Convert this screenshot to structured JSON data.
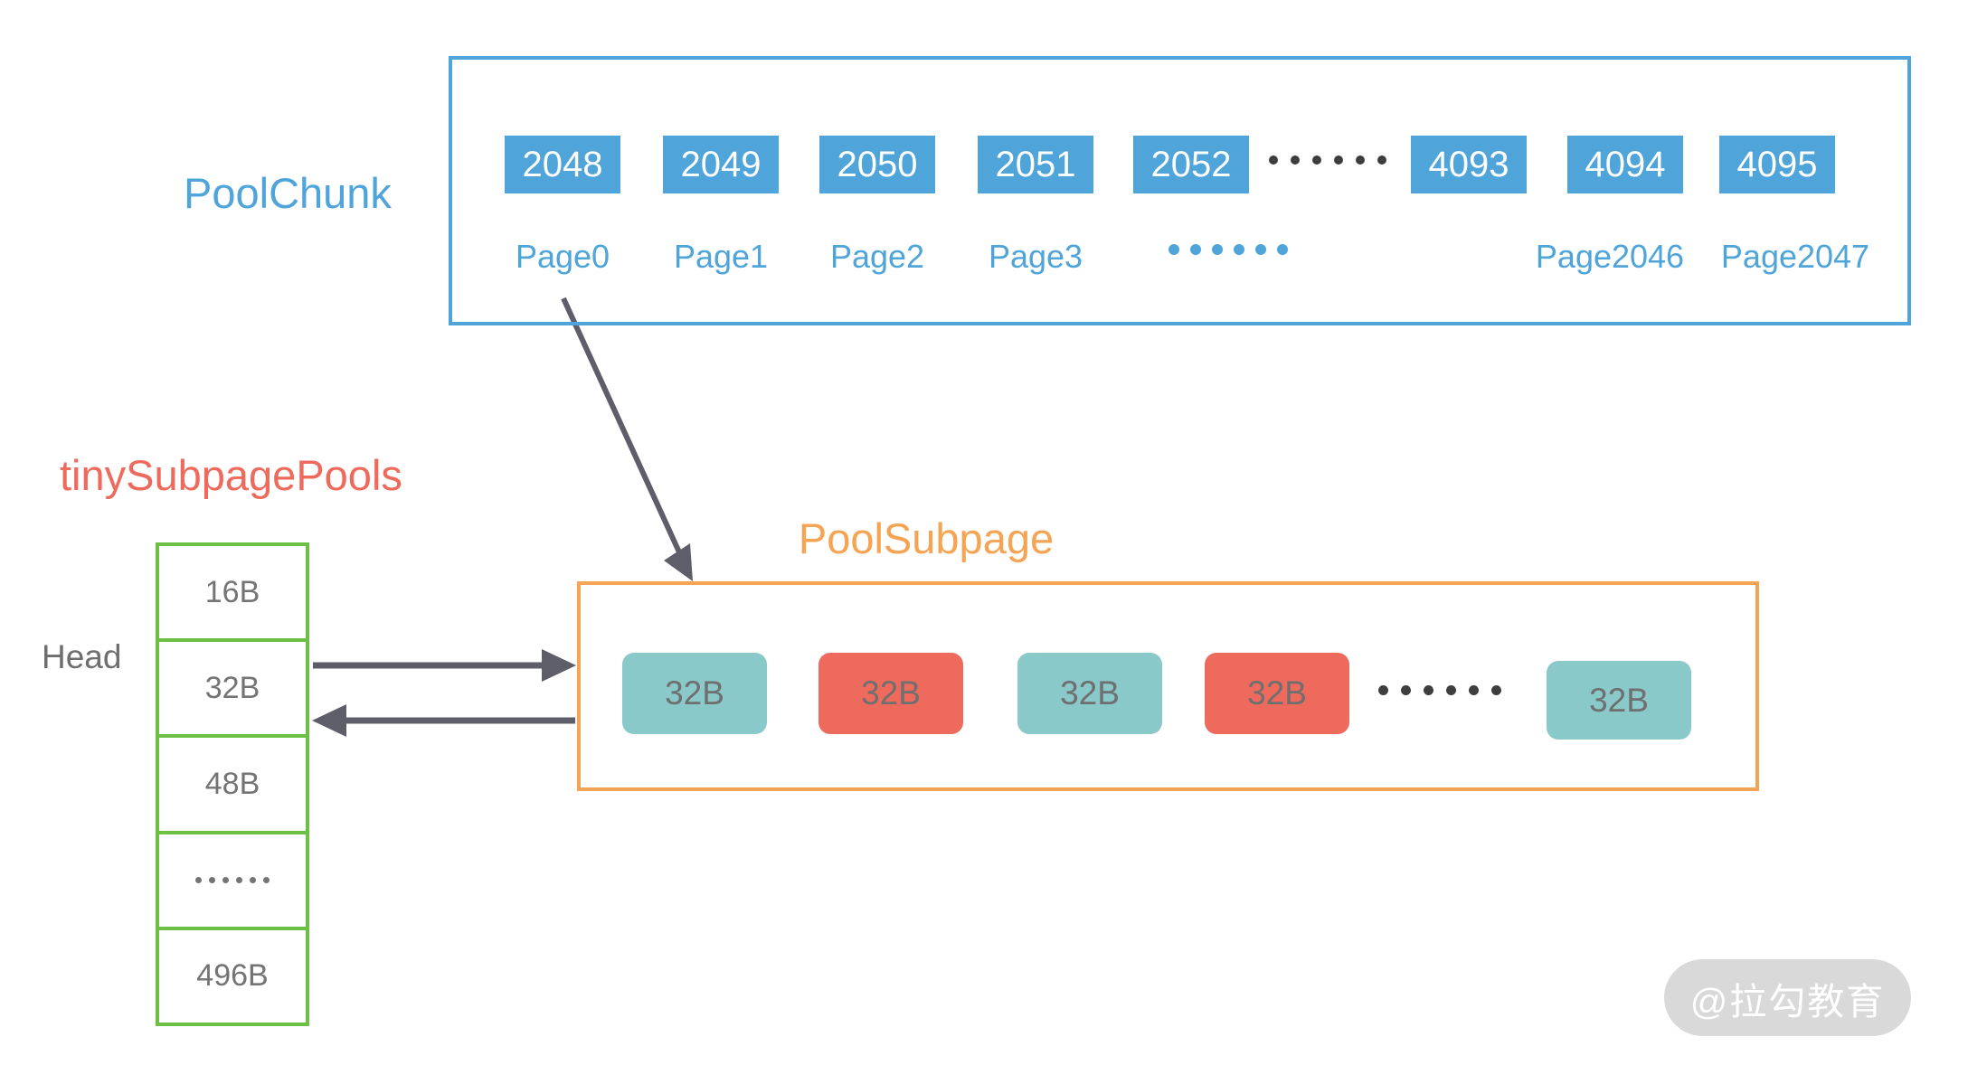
{
  "palette": {
    "blue": "#4FA4D9",
    "green": "#6CC043",
    "orange": "#F4A453",
    "coral": "#EE6A5C",
    "teal": "#8AC9C9",
    "arrow": "#5E5E6A",
    "gray_text": "#6E6E6E",
    "dark_dot": "#3E3E3E",
    "white": "#FFFFFF"
  },
  "pool_chunk": {
    "label": "PoolChunk",
    "cells": [
      "2048",
      "2049",
      "2050",
      "2051",
      "2052",
      "4093",
      "4094",
      "4095"
    ],
    "page_labels": [
      "Page0",
      "Page1",
      "Page2",
      "Page3",
      "Page2046",
      "Page2047"
    ]
  },
  "tiny_subpage_pools": {
    "label": "tinySubpagePools",
    "head_label": "Head",
    "rows": [
      "16B",
      "32B",
      "48B",
      "......",
      "496B"
    ]
  },
  "pool_subpage": {
    "label": "PoolSubpage",
    "cells": [
      {
        "text": "32B",
        "state": "free"
      },
      {
        "text": "32B",
        "state": "used"
      },
      {
        "text": "32B",
        "state": "free"
      },
      {
        "text": "32B",
        "state": "used"
      },
      {
        "text": "32B",
        "state": "free"
      }
    ]
  },
  "ellipsis": {
    "chunk_row": 6,
    "page_row": 6,
    "subpage_row": 6,
    "table_row": 6
  },
  "watermark": {
    "text": "@拉勾教育"
  }
}
